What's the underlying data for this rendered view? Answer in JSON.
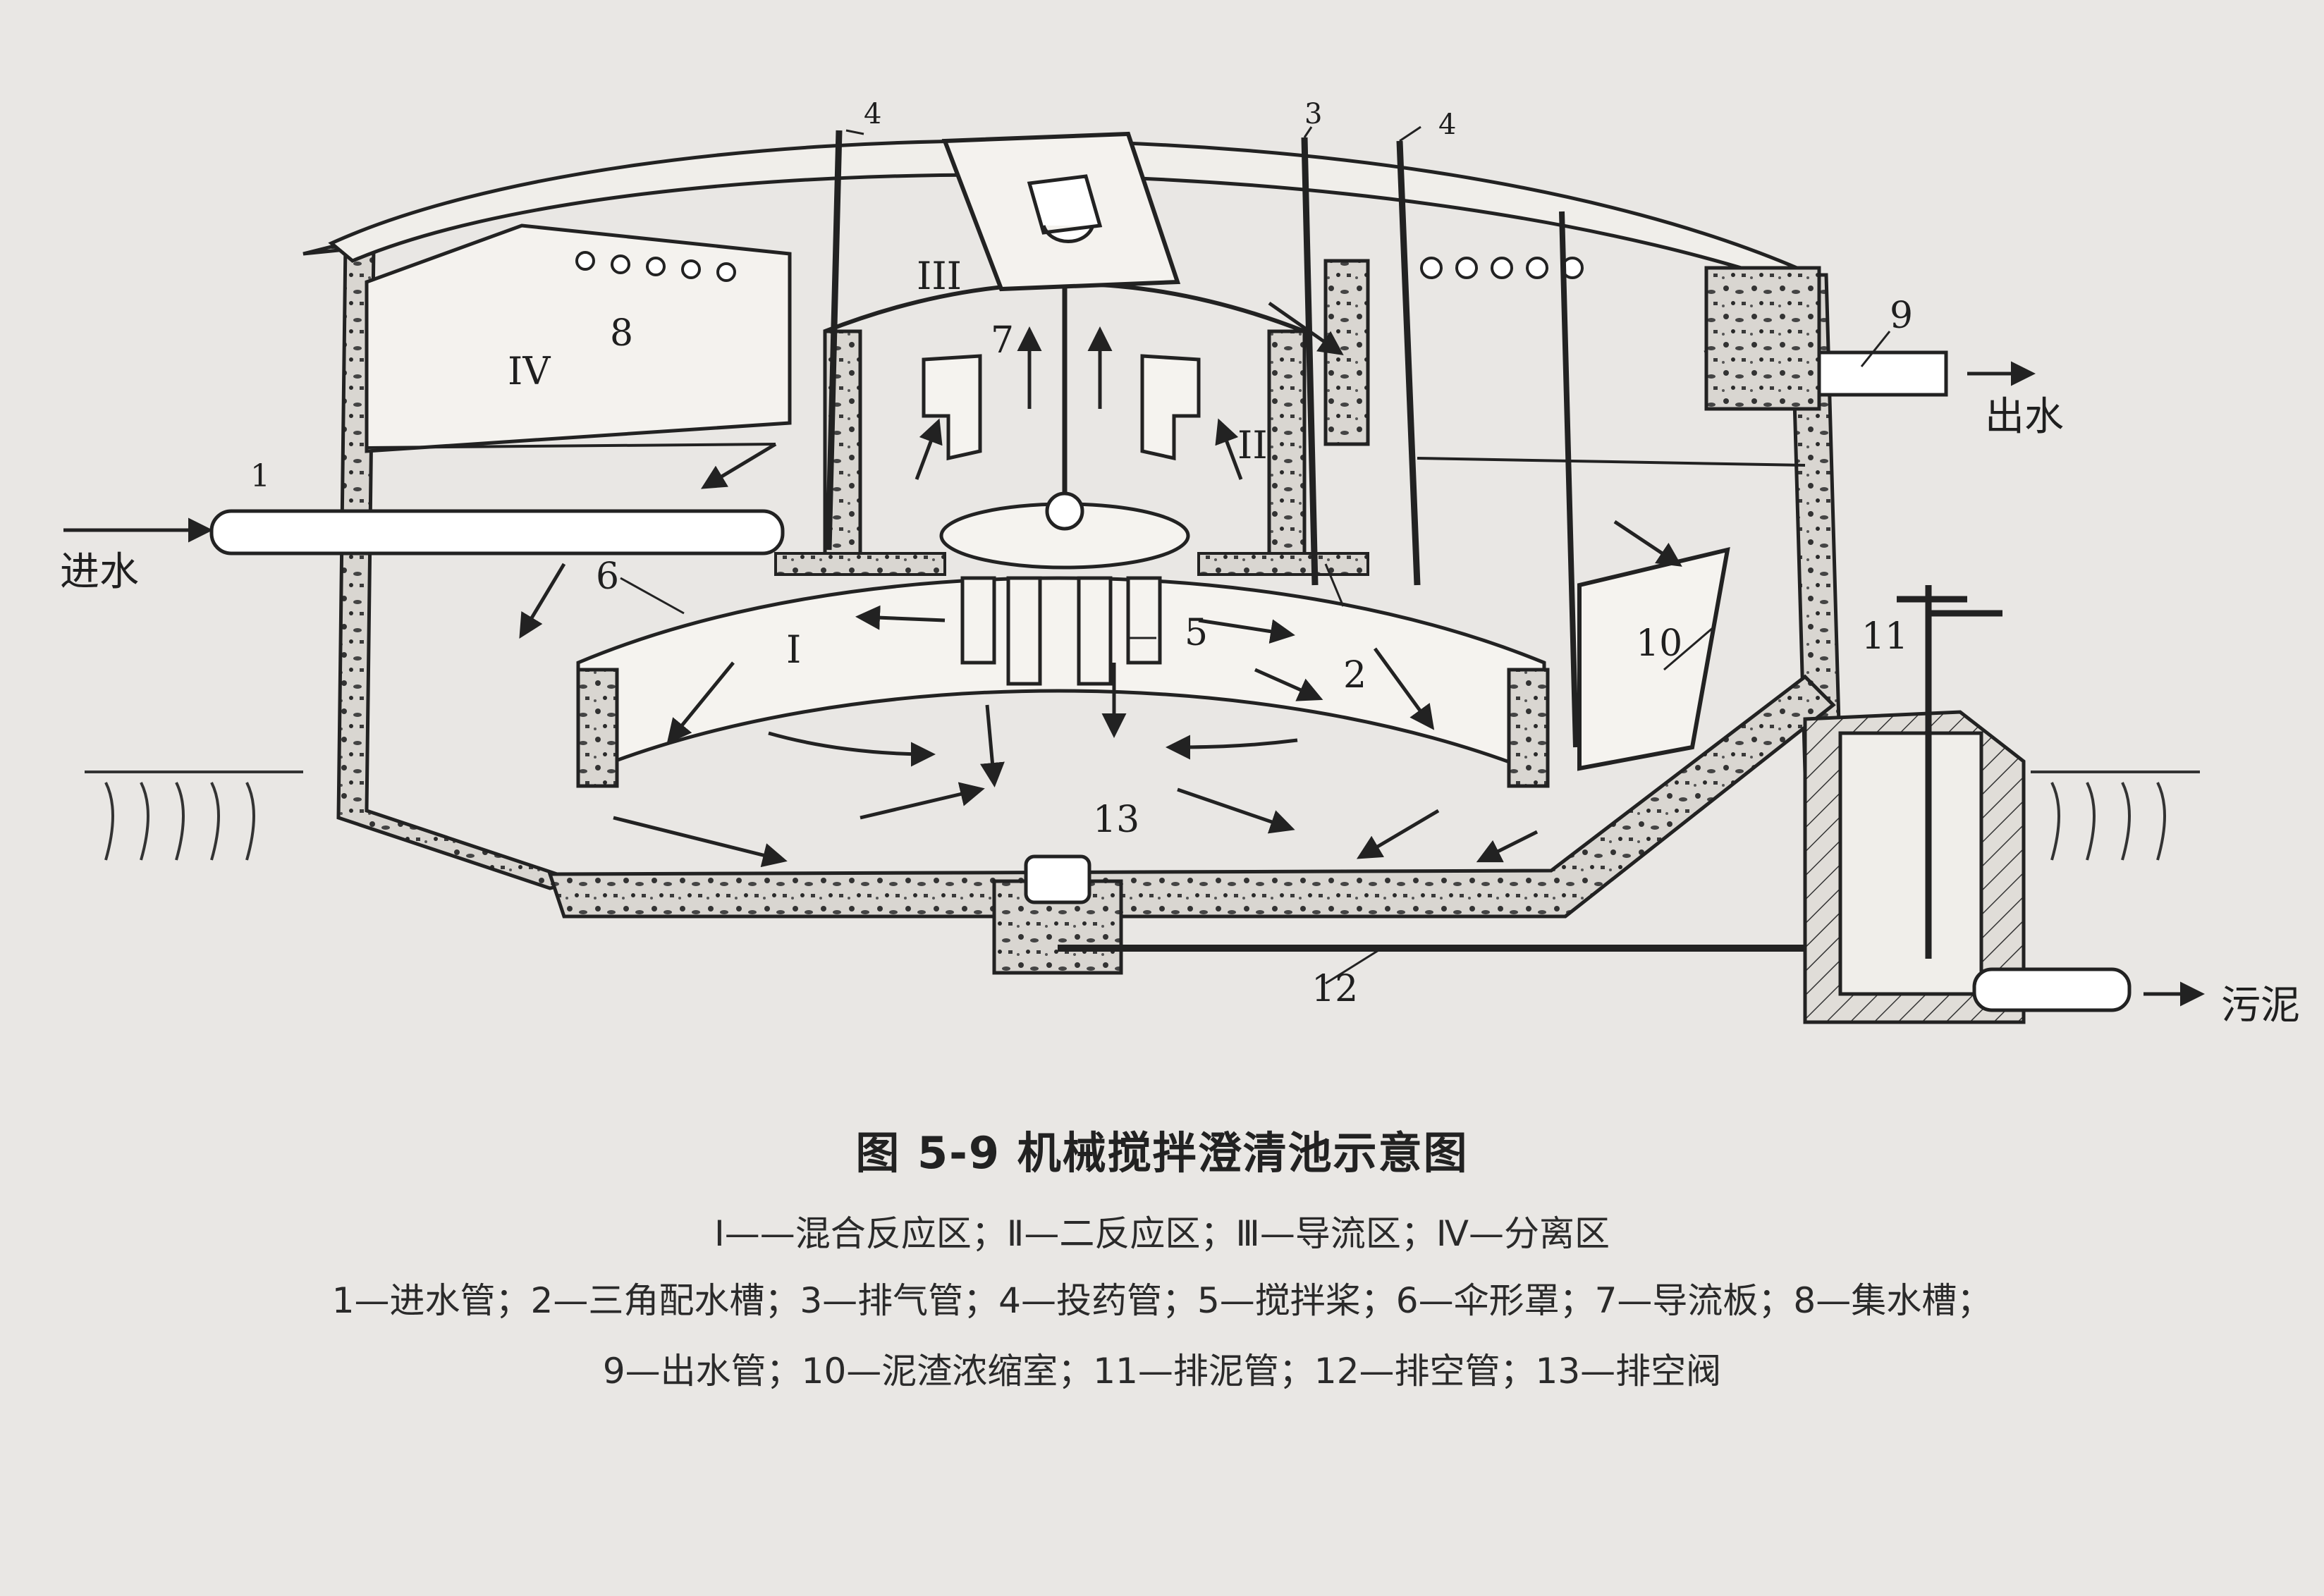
{
  "labels": {
    "inlet_num": "1",
    "inlet_text": "进水",
    "outlet_text": "出水",
    "sludge_text": "污泥",
    "n2": "2",
    "n3": "3",
    "n4a": "4",
    "n4b": "4",
    "n5": "5",
    "n6": "6",
    "n7": "7",
    "n8": "8",
    "n9": "9",
    "n10": "10",
    "n11": "11",
    "n12": "12",
    "n13": "13",
    "zone1": "I",
    "zone2": "II",
    "zone3": "III",
    "zone4": "IV"
  },
  "caption": {
    "title": "图 5-9   机械搅拌澄清池示意图",
    "zones": "Ⅰ——混合反应区；Ⅱ—二反应区；Ⅲ—导流区；Ⅳ—分离区",
    "parts_line1": "1—进水管；2—三角配水槽；3—排气管；4—投药管；5—搅拌桨；6—伞形罩；7—导流板；8—集水槽；",
    "parts_line2": "9—出水管；10—泥渣浓缩室；11—排泥管；12—排空管；13—排空阀"
  }
}
